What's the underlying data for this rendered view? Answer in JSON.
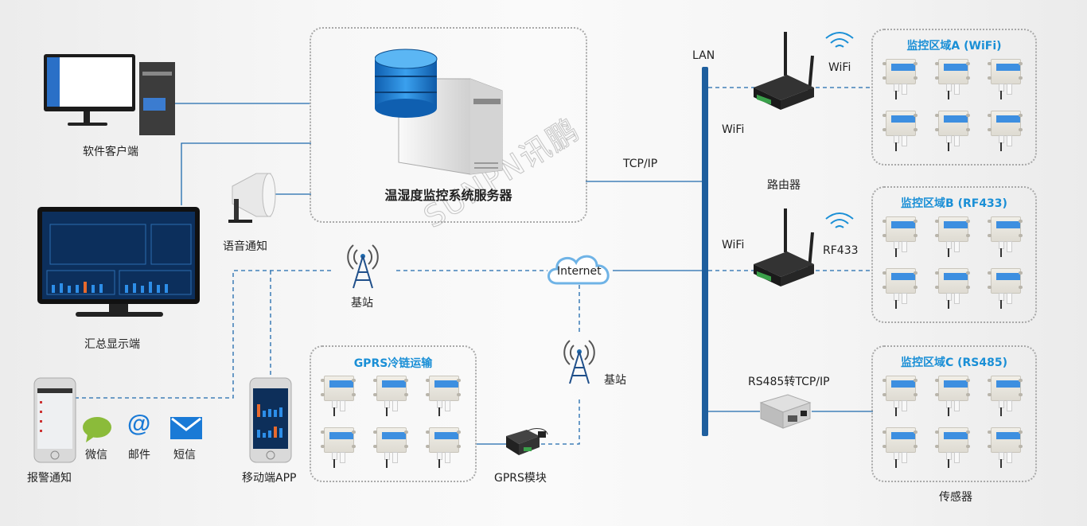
{
  "diagram": {
    "watermark": "SUNPN讯鹏",
    "server": {
      "label": "温湿度监控系统服务器"
    },
    "client_pc": {
      "label": "软件客户端"
    },
    "display": {
      "label": "汇总显示端"
    },
    "speaker": {
      "label": "语音通知"
    },
    "base_station_left": {
      "label": "基站"
    },
    "base_station_mid": {
      "label": "基站"
    },
    "internet": {
      "label": "Internet"
    },
    "alarm": {
      "label": "报警通知",
      "channels": [
        "微信",
        "邮件",
        "短信"
      ]
    },
    "mobile_app": {
      "label": "移动端APP"
    },
    "gprs_zone": {
      "title": "GPRS冷链运输",
      "sensor_count": 6
    },
    "gprs_module": {
      "label": "GPRS模块"
    },
    "lan": {
      "label": "LAN"
    },
    "tcpip": {
      "label": "TCP/IP"
    },
    "router_label": "路由器",
    "router_a": {
      "uplink_label": "WiFi",
      "downlink_label": "WiFi"
    },
    "router_b": {
      "uplink_label": "WiFi",
      "downlink_label": "RF433"
    },
    "rs485_converter": {
      "label": "RS485转TCP/IP"
    },
    "zones": [
      {
        "title": "监控区域A (WiFi)",
        "sensor_count": 6
      },
      {
        "title": "监控区域B (RF433)",
        "sensor_count": 6
      },
      {
        "title": "监控区域C (RS485)",
        "sensor_count": 6
      }
    ],
    "sensors_label": "传感器",
    "colors": {
      "line": "#1f6aad",
      "zone_title": "#1a8fd6",
      "lan_bar": "#1f5f9e"
    }
  }
}
